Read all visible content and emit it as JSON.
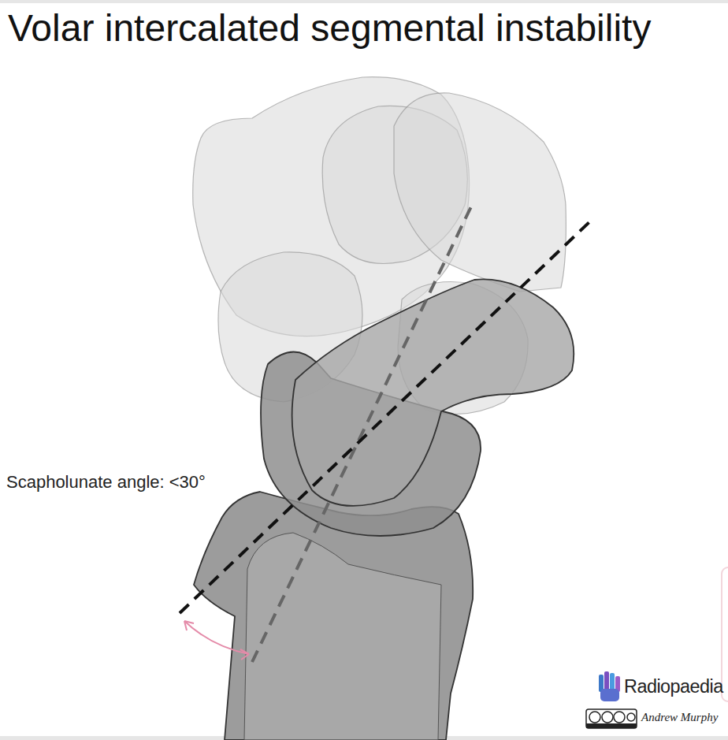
{
  "diagram": {
    "title": "Volar intercalated segmental instability",
    "labels": [
      "Scapholunate angle: <30°",
      "Radiopaedia",
      "Andrew Murphy"
    ]
  }
}
